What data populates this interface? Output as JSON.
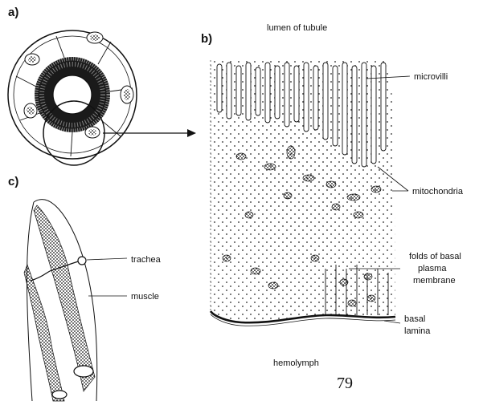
{
  "panels": {
    "a": "a)",
    "b": "b)",
    "c": "c)"
  },
  "labels": {
    "lumen": "lumen of tubule",
    "microvilli": "microvilli",
    "mitochondria": "mitochondria",
    "folds_line1": "folds of basal",
    "folds_line2": "plasma",
    "folds_line3": "membrane",
    "basal_line1": "basal",
    "basal_line2": "lamina",
    "hemolymph": "hemolymph",
    "trachea": "trachea",
    "muscle": "muscle"
  },
  "page_number": "79"
}
